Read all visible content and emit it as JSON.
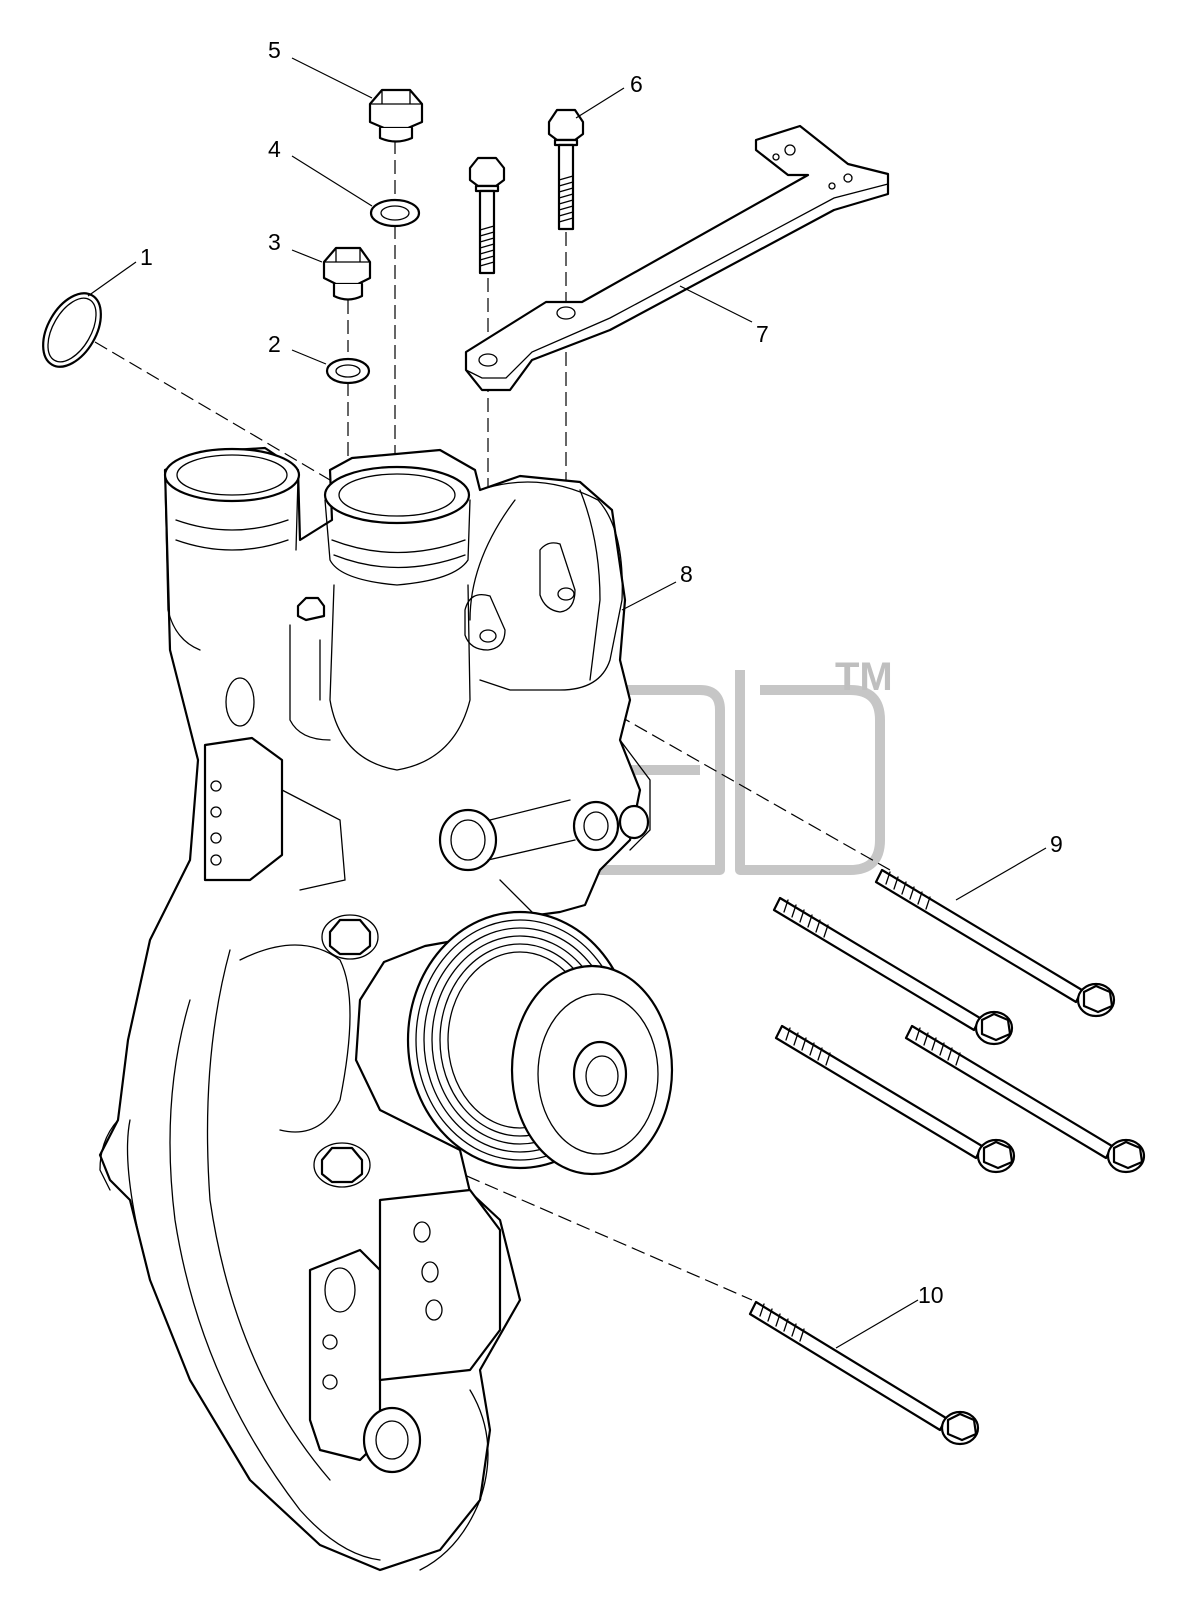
{
  "diagram": {
    "type": "exploded-parts-view",
    "callouts": [
      {
        "id": "1",
        "label": "1"
      },
      {
        "id": "2",
        "label": "2"
      },
      {
        "id": "3",
        "label": "3"
      },
      {
        "id": "4",
        "label": "4"
      },
      {
        "id": "5",
        "label": "5"
      },
      {
        "id": "6",
        "label": "6"
      },
      {
        "id": "7",
        "label": "7"
      },
      {
        "id": "8",
        "label": "8"
      },
      {
        "id": "9",
        "label": "9"
      },
      {
        "id": "10",
        "label": "10"
      }
    ],
    "watermark": {
      "logo_icon": "dmb-logo",
      "trademark": "TM",
      "color": "#c6c6c6"
    },
    "colors": {
      "line": "#000000",
      "background": "#ffffff"
    }
  }
}
